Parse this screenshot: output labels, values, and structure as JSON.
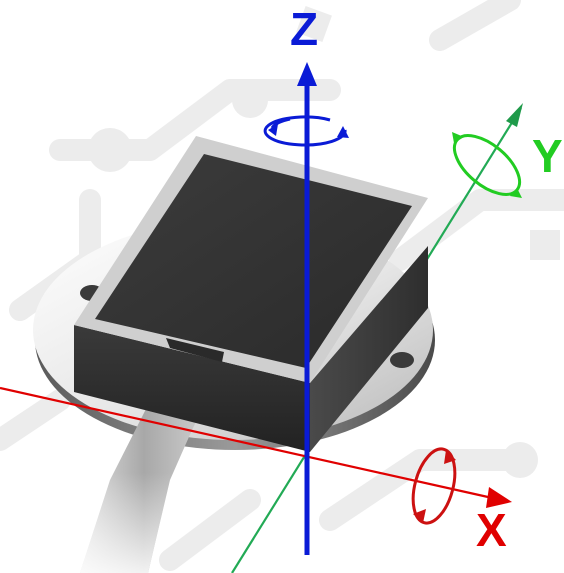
{
  "axes": {
    "x": {
      "label": "X",
      "color": "#e00000"
    },
    "y": {
      "label": "Y",
      "color": "#22cc22"
    },
    "z": {
      "label": "Z",
      "color": "#0a1bd6"
    }
  },
  "rotation_indicators": [
    "x-rotation-arrow",
    "y-rotation-arrow",
    "z-rotation-arrow"
  ],
  "object": {
    "body_color": "#3a3a3a",
    "top_color": "#333333",
    "rim_color": "#cfcfcf",
    "flange_color": "#e4e4e4",
    "cable_color": "#bdbdbd"
  },
  "background_watermark_color": "#ececec"
}
